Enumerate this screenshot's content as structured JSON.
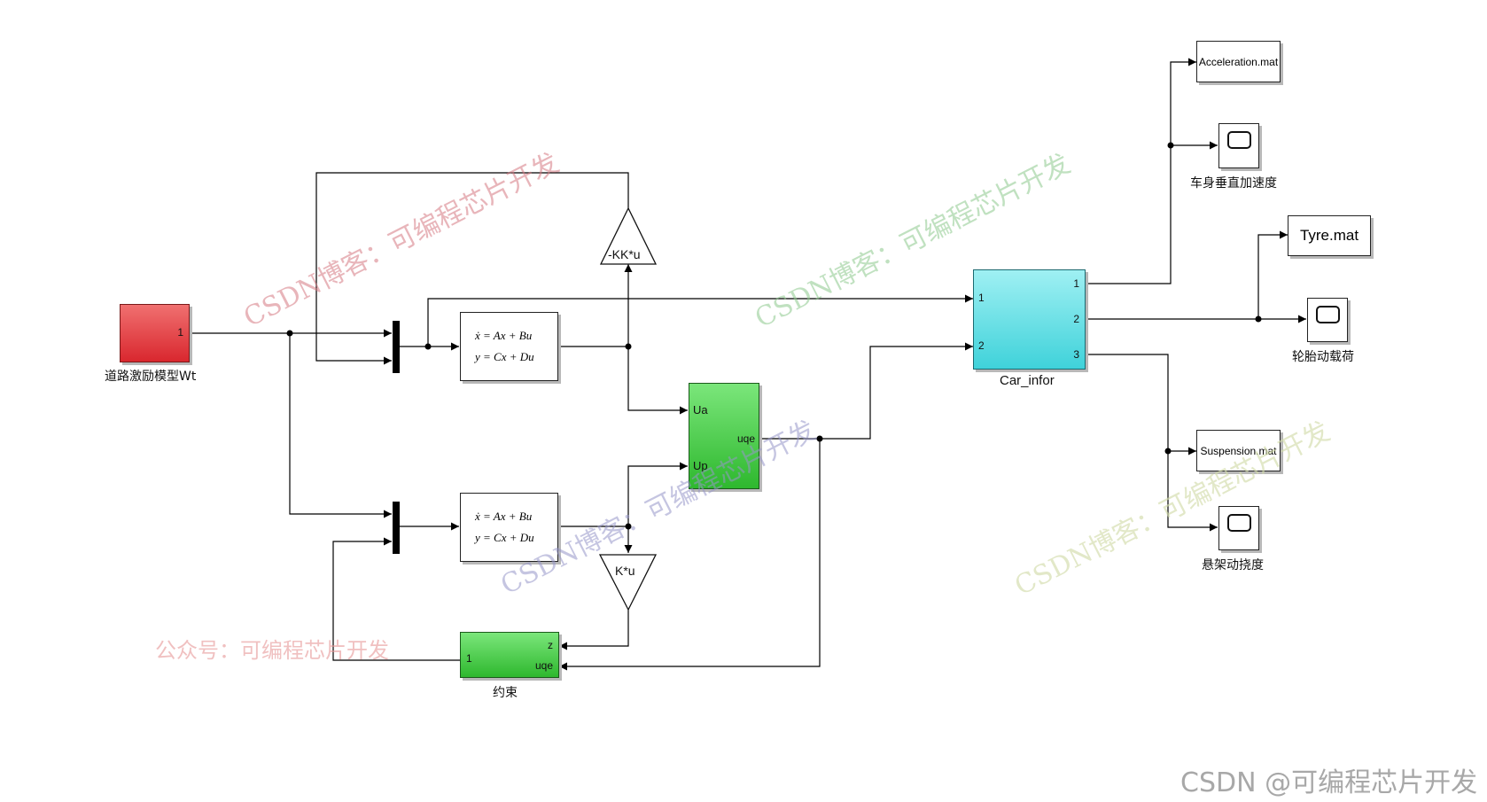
{
  "road_block": {
    "label": "道路激励模型Wt",
    "port_out": "1",
    "color": "#d9272e"
  },
  "gain_top": {
    "label": "-KK*u"
  },
  "gain_bottom": {
    "label": "K*u"
  },
  "state_space_top": {
    "eq1": "ẋ = Ax + Bu",
    "eq2": "y = Cx + Du"
  },
  "state_space_bottom": {
    "eq1": "ẋ = Ax + Bu",
    "eq2": "y = Cx + Du"
  },
  "controller": {
    "in1": "Ua",
    "in2": "Up",
    "out": "uqe",
    "color": "#3dc93d"
  },
  "constraint": {
    "label": "约束",
    "in_z": "z",
    "in_uqe": "uqe",
    "out": "1",
    "color": "#3dc93d"
  },
  "car_block": {
    "label": "Car_infor",
    "in1": "1",
    "in2": "2",
    "out1": "1",
    "out2": "2",
    "out3": "3",
    "color": "#5fe0e6"
  },
  "files": {
    "acceleration": "Acceleration.mat",
    "tyre": "Tyre.mat",
    "suspension": "Suspension.mat"
  },
  "scopes": {
    "body_accel": "车身垂直加速度",
    "tyre_load": "轮胎动载荷",
    "suspension_def": "悬架动挠度"
  },
  "watermarks": {
    "csdn_blog_1": "CSDN博客：可编程芯片开发",
    "csdn_blog_2": "CSDN博客：可编程芯片开发",
    "csdn_blog_3": "CSDN博客：可编程芯片开发",
    "csdn_blog_4": "CSDN博客：可编程芯片开发",
    "wechat": "公众号：可编程芯片开发",
    "footer": "CSDN @可编程芯片开发"
  }
}
